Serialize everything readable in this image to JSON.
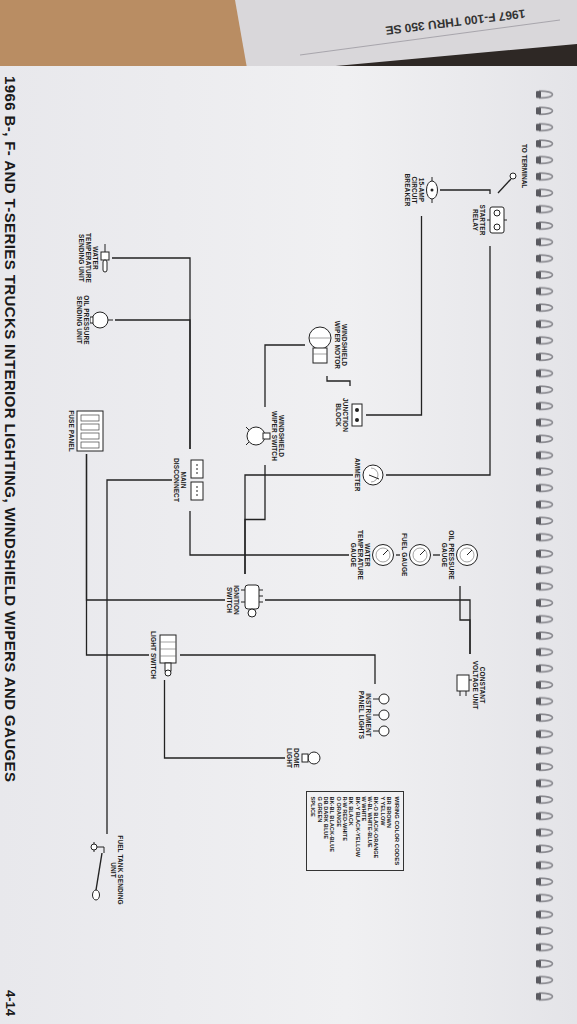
{
  "diagram": {
    "title": "1966 B-, F- AND T-SERIES TRUCKS INTERIOR LIGHTING, WINDSHIELD WIPERS AND GAUGES",
    "nodes": [
      {
        "text": [
          "STARTER RELAY"
        ]
      },
      {
        "text": [
          "15-AMP CIRCUIT BREAKER"
        ]
      },
      {
        "text": [
          "OIL PRESSURE GAUGE"
        ]
      },
      {
        "text": [
          "FUEL GAUGE"
        ]
      },
      {
        "text": [
          "WATER TEMPERATURE GAUGE"
        ]
      },
      {
        "text": [
          "CONSTANT VOLTAGE UNIT"
        ]
      },
      {
        "text": [
          "AMMETER"
        ]
      },
      {
        "text": [
          "JUNCTION BLOCK"
        ]
      },
      {
        "text": [
          "WINDSHIELD WIPER MOTOR"
        ]
      },
      {
        "text": [
          "WINDSHIELD WIPER SWITCH"
        ]
      },
      {
        "text": [
          "INSTRUMENT PANEL LIGHTS"
        ]
      },
      {
        "text": [
          "DOME LIGHT"
        ]
      },
      {
        "text": [
          "IGNITION SWITCH"
        ]
      },
      {
        "text": [
          "MAIN DISCONNECT"
        ]
      },
      {
        "text": [
          "LIGHT SWITCH"
        ]
      },
      {
        "text": [
          "FUEL TANK SENDING UNIT"
        ]
      },
      {
        "text": [
          "WATER TEMPERATURE SENDING UNIT"
        ]
      },
      {
        "text": [
          "OIL PRESSURE SENDING UNIT"
        ]
      },
      {
        "text": [
          "FUSE PANEL"
        ]
      }
    ],
    "edges": [
      {
        "from": 1,
        "to": 0,
        "arrow": "none"
      },
      {
        "from": 0,
        "to": 6,
        "arrow": "none"
      },
      {
        "from": 1,
        "to": 7,
        "arrow": "none"
      },
      {
        "from": 7,
        "to": 8,
        "arrow": "none"
      },
      {
        "from": 8,
        "to": 9,
        "arrow": "none"
      },
      {
        "from": 6,
        "to": 12,
        "arrow": "none"
      },
      {
        "from": 12,
        "to": 5,
        "arrow": "none"
      },
      {
        "from": 5,
        "to": 2,
        "arrow": "none"
      },
      {
        "from": 2,
        "to": 3,
        "arrow": "none"
      },
      {
        "from": 3,
        "to": 4,
        "arrow": "none"
      },
      {
        "from": 4,
        "to": 13,
        "arrow": "none"
      },
      {
        "from": 13,
        "to": 16,
        "arrow": "none"
      },
      {
        "from": 13,
        "to": 17,
        "arrow": "none"
      },
      {
        "from": 13,
        "to": 15,
        "arrow": "none"
      },
      {
        "from": 14,
        "to": 18,
        "arrow": "none"
      },
      {
        "from": 14,
        "to": 10,
        "arrow": "none"
      },
      {
        "from": 14,
        "to": 11,
        "arrow": "none"
      },
      {
        "from": 12,
        "to": 18,
        "arrow": "none"
      },
      {
        "from": 12,
        "to": 9,
        "arrow": "none"
      }
    ],
    "labels": [
      "TO TERMINAL",
      "WIRING COLOR CODES",
      "4-14",
      "1967 F-100 THRU 350 SE"
    ],
    "legend": [
      {
        "text": "BR BROWN"
      },
      {
        "text": "Y YELLOW"
      },
      {
        "text": "BK-O BLACK-ORANGE"
      },
      {
        "text": "W-BL WHITE-BLUE"
      },
      {
        "text": "W WHITE"
      },
      {
        "text": "BK-Y BLACK-YELLOW"
      },
      {
        "text": "BK BLACK"
      },
      {
        "text": "R-W RED-WHITE"
      },
      {
        "text": "O ORANGE"
      },
      {
        "text": "BK-BL BLACK-BLUE"
      },
      {
        "text": "DB DARK BLUE"
      },
      {
        "text": "G GREEN"
      },
      {
        "text": "SPLICE"
      }
    ]
  }
}
